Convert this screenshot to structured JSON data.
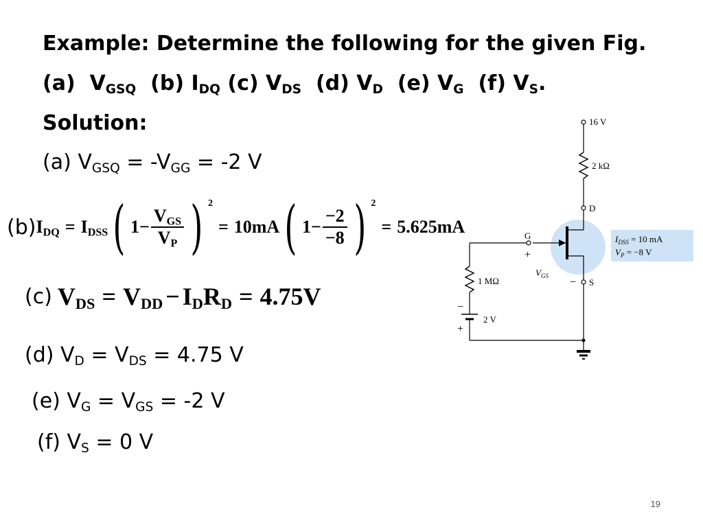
{
  "title_line": "Example: Determine the following for the given Fig.",
  "items_line": {
    "a": "(a)",
    "a_v": "V",
    "a_sub": "GSQ",
    "b": "(b) I",
    "b_sub": "DQ",
    "c": "(c) V",
    "c_sub": "DS",
    "d": "(d) V",
    "d_sub": "D",
    "e": "(e) V",
    "e_sub": "G",
    "f": "(f) V",
    "f_sub": "S",
    "f_end": "."
  },
  "solution_label": "Solution:",
  "ans_a": {
    "pre": "(a) V",
    "s1": "GSQ",
    "mid": " = -V",
    "s2": "GG",
    "post": " = -2 V"
  },
  "ans_b": {
    "label": "(b)",
    "idq": "I",
    "idq_sub": "DQ",
    "eq1": "=",
    "idss": "I",
    "idss_sub": "DSS",
    "one": "1",
    "minus": "−",
    "vgs": "V",
    "vgs_sub": "GS",
    "vp": "V",
    "vp_sub": "P",
    "exp": "2",
    "eq2": "=",
    "idss_val": "10mA",
    "num_val": "−2",
    "den_val": "−8",
    "eq3": "=",
    "result": "5.625mA"
  },
  "ans_c": {
    "label": "(c)",
    "vds": "V",
    "vds_sub": "DS",
    "eq1": "=",
    "vdd": "V",
    "vdd_sub": "DD",
    "minus": "−",
    "id": "I",
    "id_sub": "D",
    "rd": "R",
    "rd_sub": "D",
    "eq2": "=",
    "result": "4.75V"
  },
  "ans_d": {
    "pre": "(d)  V",
    "s1": "D",
    "mid": " = V",
    "s2": "DS",
    "post": " = 4.75 V"
  },
  "ans_e": {
    "pre": "(e) V",
    "s1": "G",
    "mid": " = V",
    "s2": "GS",
    "post": " = -2 V"
  },
  "ans_f": {
    "pre": "(f) V",
    "s1": "S",
    "post": " = 0 V"
  },
  "circuit": {
    "vdd": "16 V",
    "rd": "2 kΩ",
    "d": "D",
    "g": "G",
    "s": "S",
    "plus": "+",
    "minus": "−",
    "vgs": "V",
    "vgs_sub": "GS",
    "rg": "1 MΩ",
    "vgg": "2 V",
    "idss_label": "I",
    "idss_sub": "DSS",
    "idss_val": " = 10 mA",
    "vp_label": "V",
    "vp_sub": "P",
    "vp_val": " = −8 V",
    "box_color": "#cfe3f7",
    "fet_color": "#cfe3f7"
  },
  "page_number": "19"
}
